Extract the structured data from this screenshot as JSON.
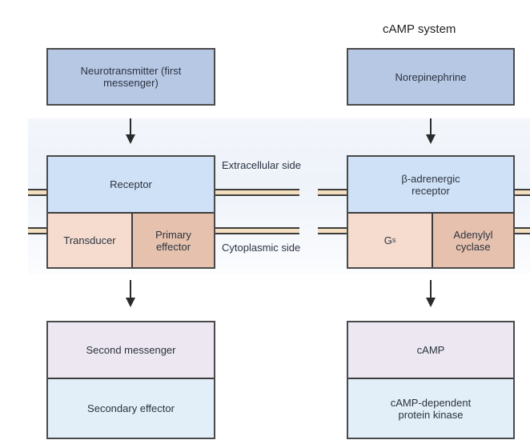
{
  "figure": {
    "right_title": "cAMP system",
    "side_labels": {
      "extracellular": "Extracellular side",
      "cytoplasmic": "Cytoplasmic side"
    },
    "generic_pathway": {
      "first_messenger": "Neurotransmitter (first messenger)",
      "receptor": "Receptor",
      "transducer": "Transducer",
      "primary_effector": "Primary effector",
      "second_messenger": "Second messenger",
      "secondary_effector": "Secondary effector"
    },
    "camp_pathway": {
      "first_messenger": "Norepinephrine",
      "receptor": "β-adrenergic receptor",
      "transducer": "G",
      "transducer_subscript": "s",
      "primary_effector": "Adenylyl cyclase",
      "second_messenger": "cAMP",
      "secondary_effector": "cAMP-dependent protein kinase"
    },
    "colors": {
      "first_messenger": "#b7c8e4",
      "receptor": "#cfe1f6",
      "transducer": "#f5dccf",
      "primary_effector": "#e6c1ad",
      "second_messenger": "#ece7f0",
      "secondary_effector": "#e2eef8",
      "membrane": "#f4e0c0"
    }
  }
}
